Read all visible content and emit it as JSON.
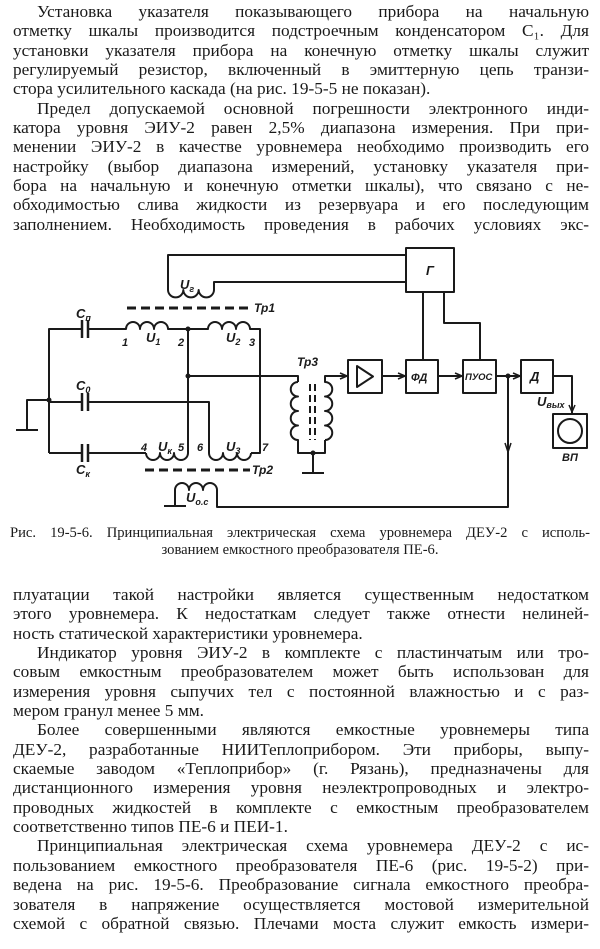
{
  "text_top": [
    "Установка указателя показывающего прибора на начальную",
    "отметку шкалы производится подстроечным конденсатором C₁. Для",
    "установки указателя прибора на конечную отметку шкалы служит",
    "регулируемый резистор, включенный в эмиттерную цепь транзи-",
    "стора усилительного каскада (на рис. 19-5-5 не показан).",
    "Предел допускаемой основной погрешности электронного инди-",
    "катора уровня ЭИУ-2 равен 2,5% диапазона измерения. При при-",
    "менении ЭИУ-2 в качестве уровнемера необходимо производить его",
    "настройку (выбор диапазона измерений, установку указателя при-",
    "бора на начальную и конечную отметки шкалы), что связано с не-",
    "обходимостью слива жидкости из резервуара и его последующим",
    "заполнением. Необходимость проведения в рабочих условиях экс-"
  ],
  "figure": {
    "caption_line1": "Рис. 19-5-6. Принципиальная электрическая схема уровнемера ДЕУ-2 с исполь-",
    "caption_line2": "зованием емкостного преобразователя ПЕ-6.",
    "labels": {
      "generator": "Г",
      "phase_detector": "ФД",
      "puos": "ПУОС",
      "demodulator": "Д",
      "indicator": "ВП",
      "tr1": "Тр1",
      "tr2": "Тр2",
      "tr3": "Тр3",
      "u_g": {
        "main": "U",
        "sub": "г"
      },
      "u_1": {
        "main": "U",
        "sub": "1"
      },
      "u_2": {
        "main": "U",
        "sub": "2"
      },
      "u_k": {
        "main": "U",
        "sub": "к"
      },
      "u_3": {
        "main": "U",
        "sub": "3"
      },
      "u_oc": {
        "main": "U",
        "sub": "о.с"
      },
      "u_out": {
        "main": "U",
        "sub": "вых"
      },
      "c_p": {
        "main": "C",
        "sub": "п"
      },
      "c_0": {
        "main": "C",
        "sub": "0"
      },
      "c_k": {
        "main": "C",
        "sub": "к"
      },
      "n1": "1",
      "n2": "2",
      "n3": "3",
      "n4": "4",
      "n5": "5",
      "n6": "6",
      "n7": "7"
    }
  },
  "text_bottom": [
    "плуатации такой настройки является существенным недостатком",
    "этого уровнемера. К недостаткам следует также отнести нелиней-",
    "ность статической характеристики уровнемера.",
    "Индикатор уровня ЭИУ-2 в комплекте с пластинчатым или тро-",
    "совым емкостным преобразователем может быть использован для",
    "измерения уровня сыпучих тел с постоянной влажностью и с раз-",
    "мером гранул менее 5 мм.",
    "Более совершенными являются емкостные уровнемеры типа",
    "ДЕУ-2, разработанные НИИТеплоприбором. Эти приборы, выпу-",
    "скаемые заводом «Теплоприбор» (г. Рязань), предназначены для",
    "дистанционного измерения уровня неэлектропроводных и электро-",
    "проводных жидкостей в комплекте с емкостным преобразователем",
    "соответственно типов ПЕ-6 и ПЕИ-1.",
    "Принципиальная электрическая схема уровнемера ДЕУ-2 с ис-",
    "пользованием емкостного преобразователя ПЕ-6 (рис. 19-5-2) при-",
    "ведена на рис. 19-5-6. Преобразование сигнала емкостного преобра-",
    "зователя в напряжение осуществляется мостовой измерительной",
    "схемой с обратной связью. Плечами моста служит емкость измери-"
  ]
}
